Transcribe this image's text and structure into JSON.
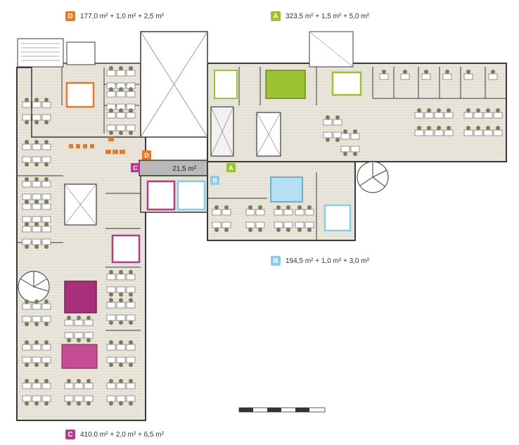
{
  "units": [
    {
      "id": "D",
      "color": "#e8782a",
      "area_text": "177,0 m² + 1,0 m² + 2,5 m²"
    },
    {
      "id": "A",
      "color": "#9cc233",
      "area_text": "323,5 m² + 1,5 m² + 5,0 m²"
    },
    {
      "id": "B",
      "color": "#8ccbea",
      "area_text": "194,5 m² + 1,0 m² + 3,0 m²"
    },
    {
      "id": "C",
      "color": "#b43b87",
      "area_text": "410,0 m² + 2,0 m² + 6,5 m²"
    }
  ],
  "shared_area": "21,5 m²",
  "colors": {
    "floor": "#e6e1d7",
    "wall": "#3a3a3a",
    "corridor": "#b9b9b9",
    "desk": "#ffffff",
    "chair": "#7b7a5a"
  }
}
